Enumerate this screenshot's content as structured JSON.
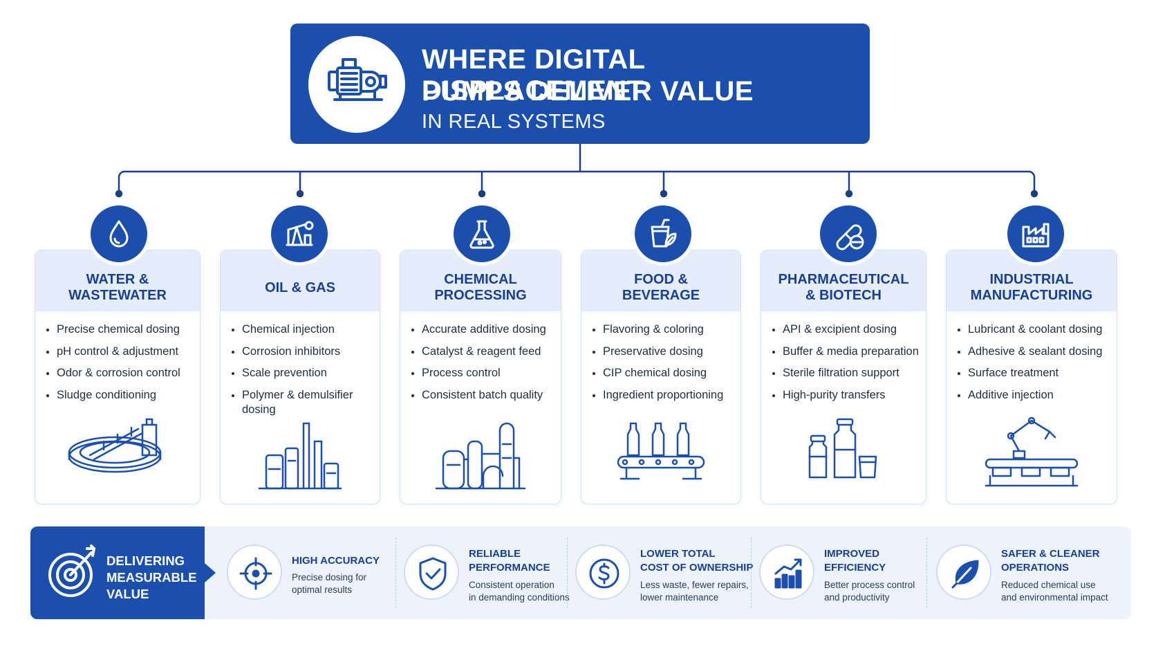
{
  "header": {
    "title_line1": "WHERE DIGITAL DISPLACEMENT",
    "title_line2": "PUMPS DELIVER VALUE",
    "title_line3": "IN REAL SYSTEMS",
    "icon": "pump-icon"
  },
  "colors": {
    "primary": "#1a4fae",
    "light_panel": "#e4edf9",
    "strip_bg": "#edf3fb"
  },
  "sectors": [
    {
      "title": "WATER &\nWASTEWATER",
      "icon": "water-drop-icon",
      "illustration": "clarifier-tank-illustration",
      "items": [
        "Precise chemical dosing",
        "pH control & adjustment",
        "Odor & corrosion control",
        "Sludge conditioning"
      ]
    },
    {
      "title": "OIL & GAS",
      "icon": "oil-pumpjack-icon",
      "illustration": "refinery-illustration",
      "items": [
        "Chemical injection",
        "Corrosion inhibitors",
        "Scale prevention",
        "Polymer & demulsifier dosing"
      ]
    },
    {
      "title": "CHEMICAL\nPROCESSING",
      "icon": "flask-icon",
      "illustration": "chemical-plant-illustration",
      "items": [
        "Accurate additive dosing",
        "Catalyst & reagent feed",
        "Process control",
        "Consistent batch quality"
      ]
    },
    {
      "title": "FOOD &\nBEVERAGE",
      "icon": "drink-cup-leaf-icon",
      "illustration": "bottling-conveyor-illustration",
      "items": [
        "Flavoring & coloring",
        "Preservative dosing",
        "CIP chemical dosing",
        "Ingredient proportioning"
      ]
    },
    {
      "title": "PHARMACEUTICAL\n& BIOTECH",
      "icon": "capsule-pill-icon",
      "illustration": "vials-illustration",
      "items": [
        "API & excipient dosing",
        "Buffer & media preparation",
        "Sterile filtration support",
        "High-purity transfers"
      ]
    },
    {
      "title": "INDUSTRIAL\nMANUFACTURING",
      "icon": "factory-icon",
      "illustration": "robot-arm-conveyor-illustration",
      "items": [
        "Lubricant & coolant dosing",
        "Adhesive & sealant dosing",
        "Surface treatment",
        "Additive injection"
      ]
    }
  ],
  "value": {
    "title": "DELIVERING\nMEASURABLE\nVALUE",
    "icon": "target-arrow-icon",
    "benefits": [
      {
        "title": "HIGH ACCURACY",
        "text": "Precise dosing for\noptimal results",
        "icon": "crosshair-icon"
      },
      {
        "title": "RELIABLE\nPERFORMANCE",
        "text": "Consistent operation\nin demanding conditions",
        "icon": "shield-check-icon"
      },
      {
        "title": "LOWER TOTAL\nCOST OF OWNERSHIP",
        "text": "Less waste, fewer repairs,\nlower maintenance",
        "icon": "dollar-coin-icon"
      },
      {
        "title": "IMPROVED\nEFFICIENCY",
        "text": "Better process control\nand productivity",
        "icon": "bar-chart-up-icon"
      },
      {
        "title": "SAFER & CLEANER\nOPERATIONS",
        "text": "Reduced chemical use\nand environmental impact",
        "icon": "leaf-icon"
      }
    ]
  }
}
